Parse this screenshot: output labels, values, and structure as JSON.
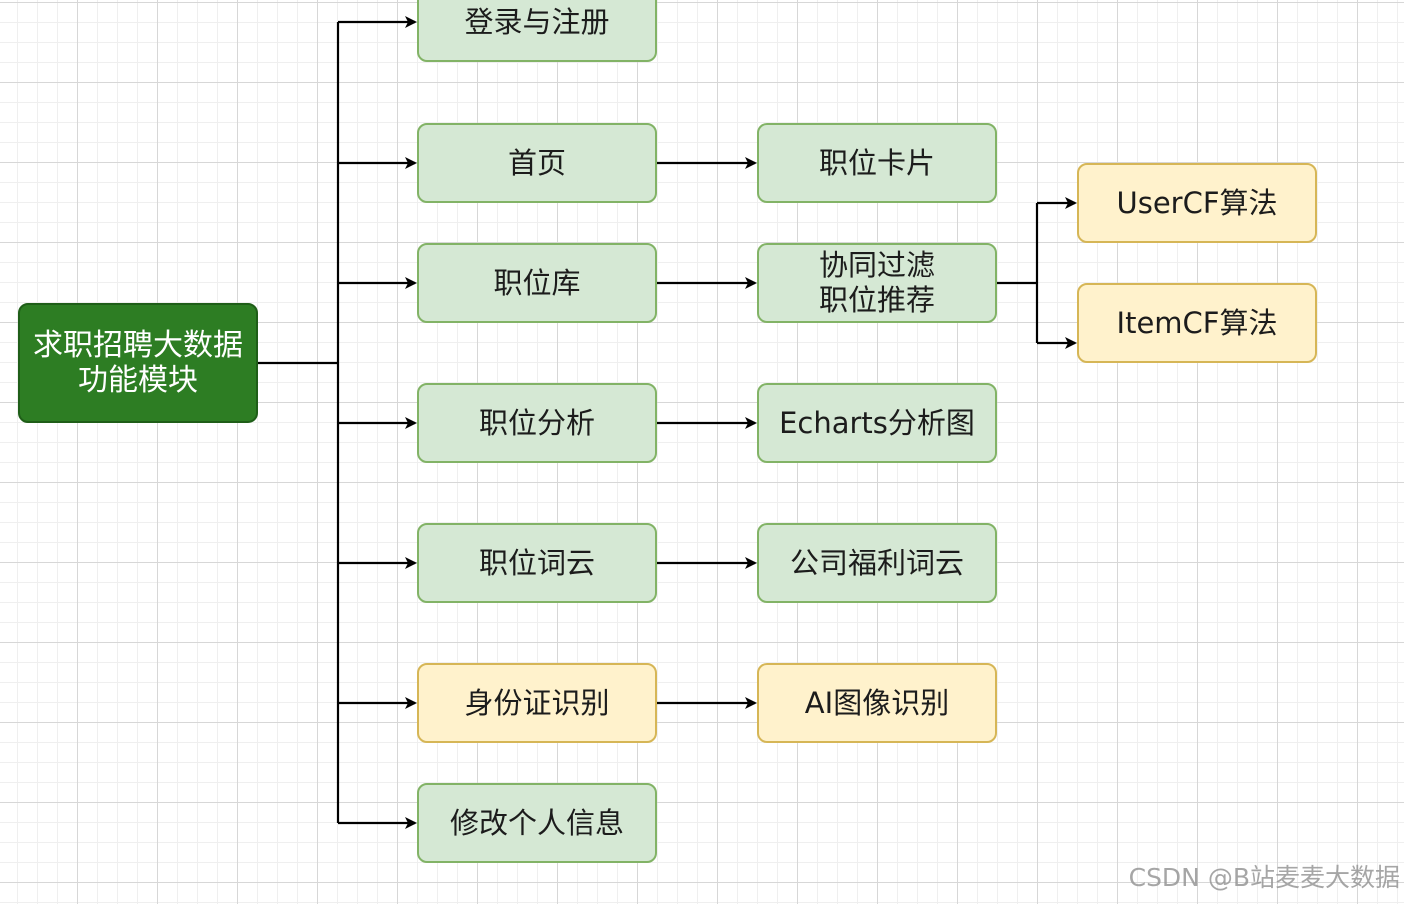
{
  "diagram": {
    "root": {
      "label": "求职招聘大数据\n功能模块"
    },
    "level1": [
      {
        "id": "login",
        "label": "登录与注册",
        "color": "green"
      },
      {
        "id": "home",
        "label": "首页",
        "color": "green"
      },
      {
        "id": "jobdb",
        "label": "职位库",
        "color": "green"
      },
      {
        "id": "analysis",
        "label": "职位分析",
        "color": "green"
      },
      {
        "id": "wordcloud",
        "label": "职位词云",
        "color": "green"
      },
      {
        "id": "idcard",
        "label": "身份证识别",
        "color": "yellow"
      },
      {
        "id": "profile",
        "label": "修改个人信息",
        "color": "green"
      }
    ],
    "level2": [
      {
        "id": "jobcard",
        "label": "职位卡片",
        "parent": "home",
        "color": "green"
      },
      {
        "id": "cf",
        "label": "协同过滤\n职位推荐",
        "parent": "jobdb",
        "color": "green"
      },
      {
        "id": "echarts",
        "label": "Echarts分析图",
        "parent": "analysis",
        "color": "green"
      },
      {
        "id": "welfare",
        "label": "公司福利词云",
        "parent": "wordcloud",
        "color": "green"
      },
      {
        "id": "aiimg",
        "label": "AI图像识别",
        "parent": "idcard",
        "color": "yellow"
      }
    ],
    "level3": [
      {
        "id": "usercf",
        "label": "UserCF算法",
        "parent": "cf",
        "color": "yellow"
      },
      {
        "id": "itemcf",
        "label": "ItemCF算法",
        "parent": "cf",
        "color": "yellow"
      }
    ],
    "colors": {
      "green_fill": "#d5e8d4",
      "green_border": "#82b366",
      "yellow_fill": "#fff2cc",
      "yellow_border": "#d6b656",
      "root_fill": "#2d7d23",
      "edge": "#000000"
    }
  },
  "watermark": "CSDN @B站麦麦大数据"
}
